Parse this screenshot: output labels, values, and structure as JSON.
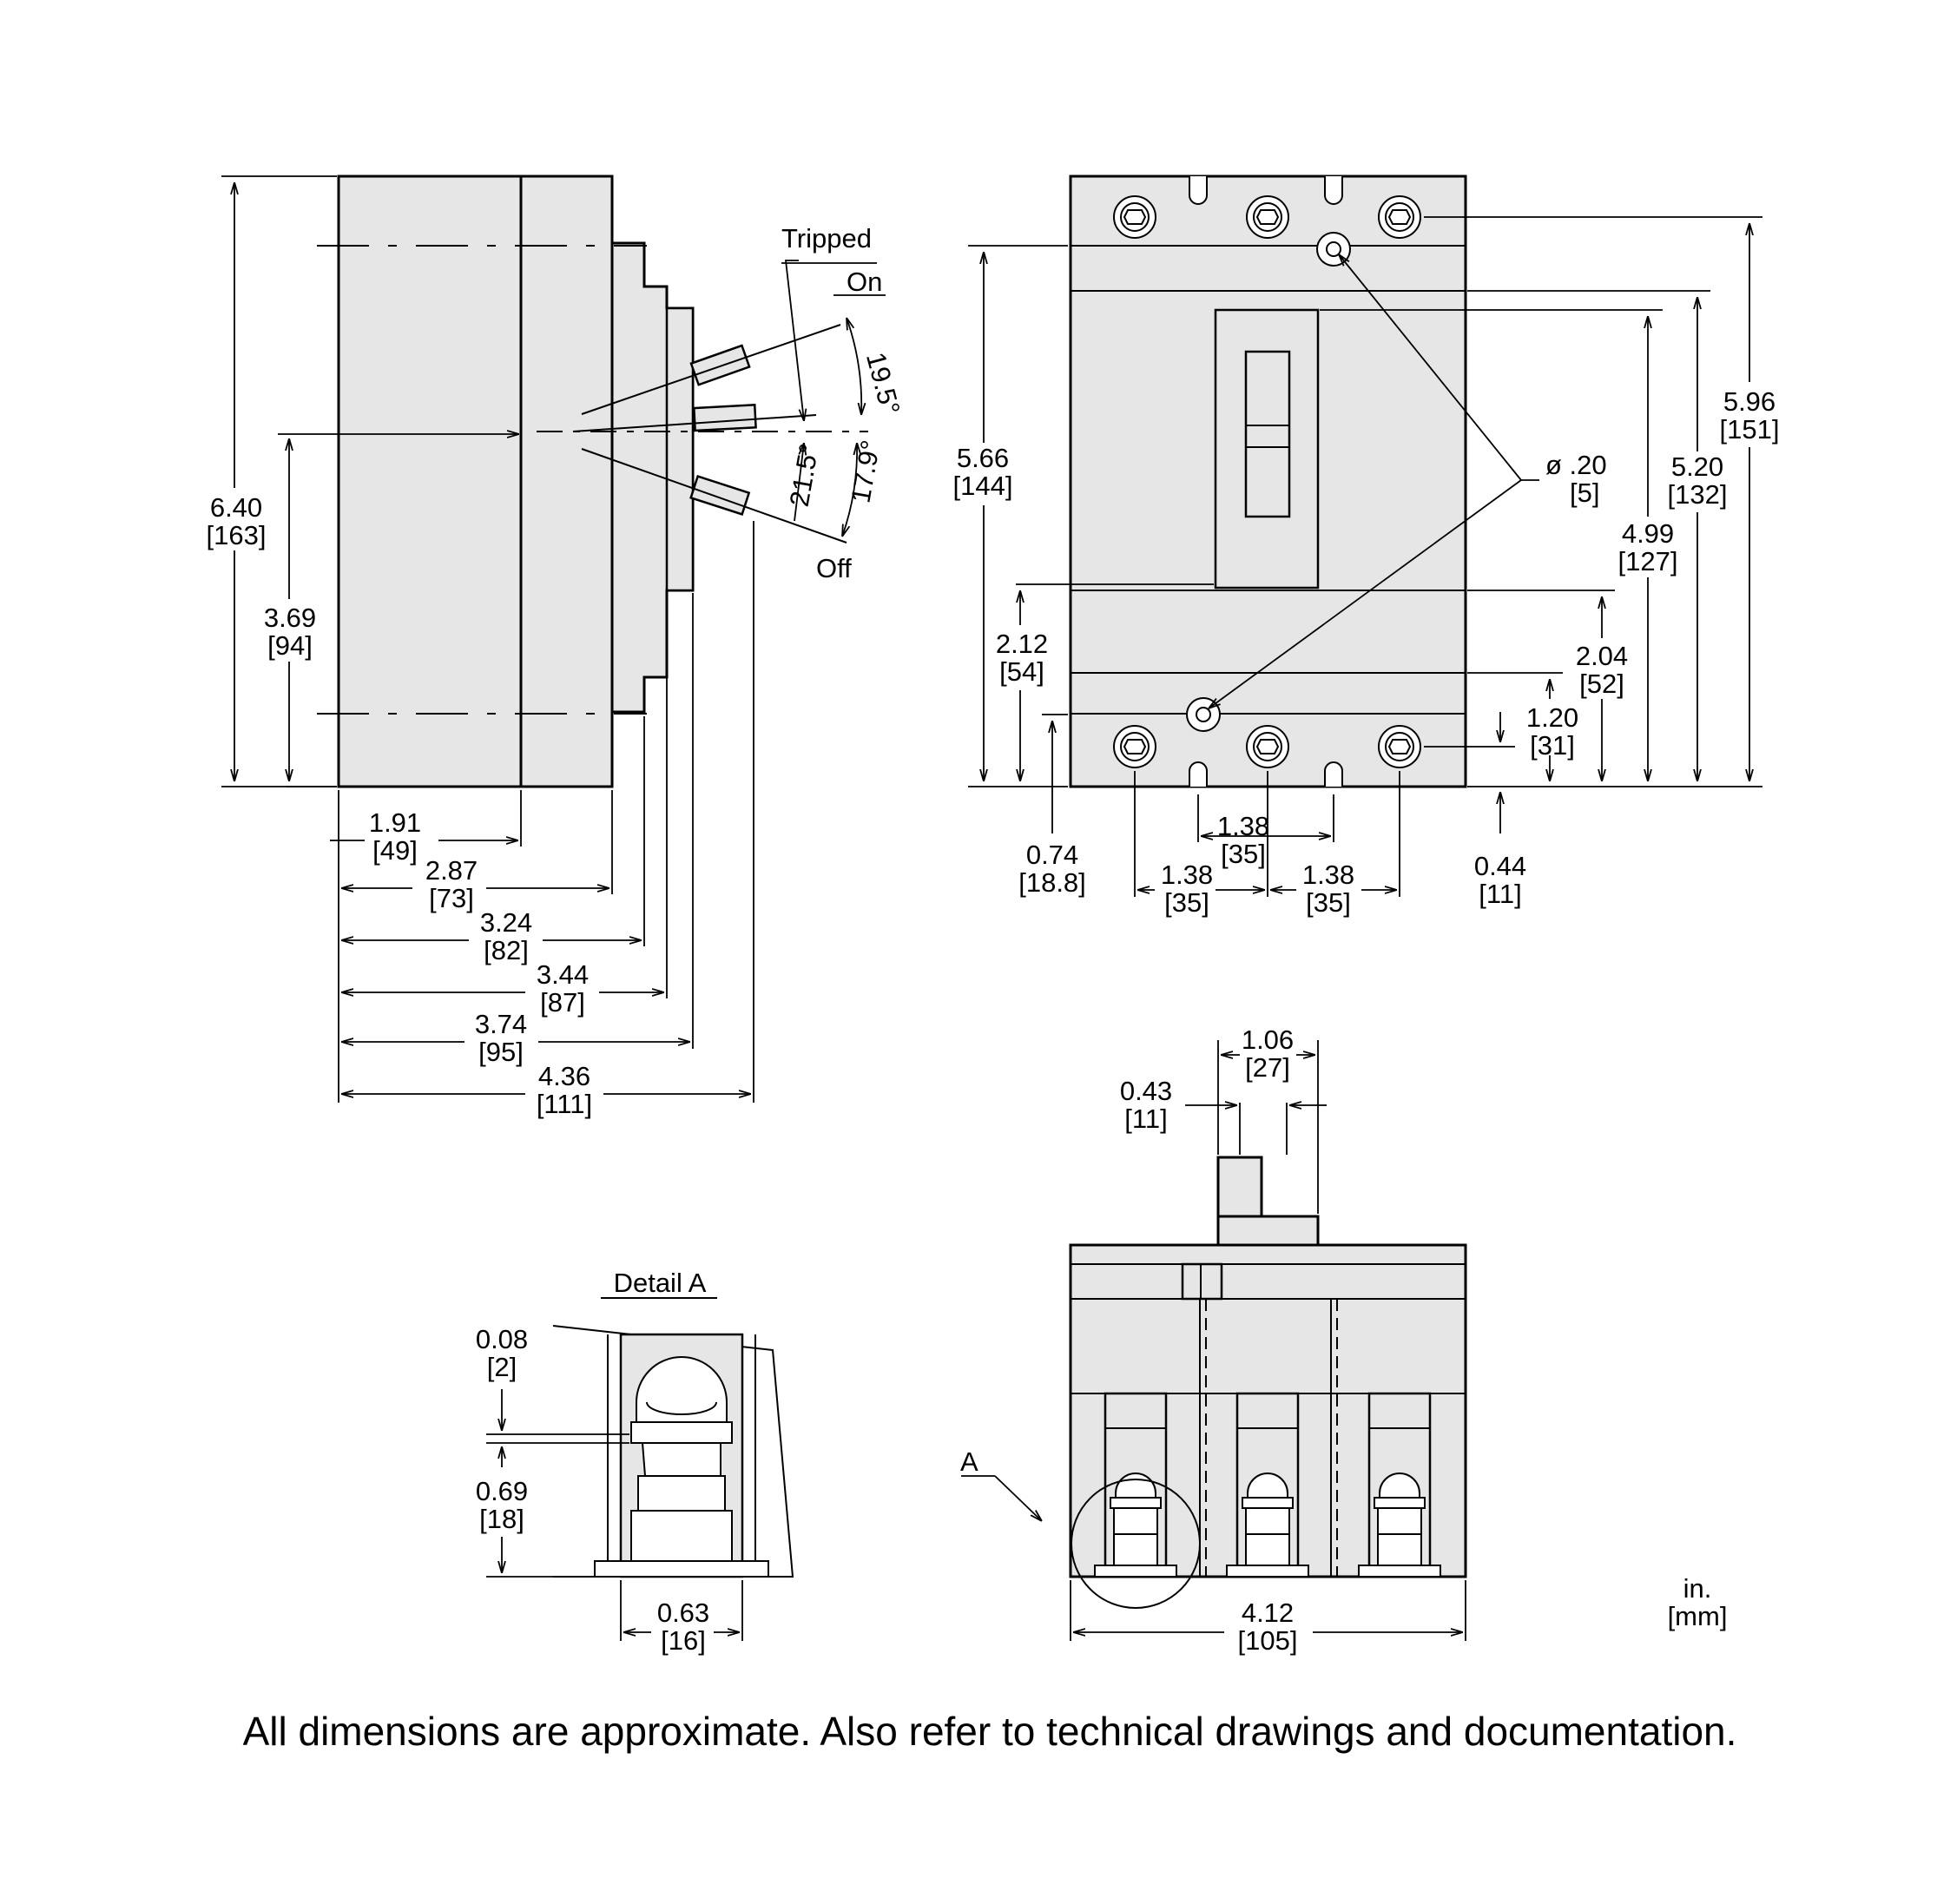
{
  "side_view": {
    "labels": {
      "tripped": "Tripped",
      "on": "On",
      "off": "Off",
      "angle_on": "19.5°",
      "angle_tripped": "21.5°",
      "angle_off": "17.9°"
    },
    "dims": {
      "height_total": {
        "in": "6.40",
        "mm": "[163]"
      },
      "height_handle": {
        "in": "3.69",
        "mm": "[94]"
      },
      "d1": {
        "in": "1.91",
        "mm": "[49]"
      },
      "d2": {
        "in": "2.87",
        "mm": "[73]"
      },
      "d3": {
        "in": "3.24",
        "mm": "[82]"
      },
      "d4": {
        "in": "3.44",
        "mm": "[87]"
      },
      "d5": {
        "in": "3.74",
        "mm": "[95]"
      },
      "d6": {
        "in": "4.36",
        "mm": "[111]"
      }
    }
  },
  "front_view": {
    "dims": {
      "h566": {
        "in": "5.66",
        "mm": "[144]"
      },
      "h212": {
        "in": "2.12",
        "mm": "[54]"
      },
      "h074": {
        "in": "0.74",
        "mm": "[18.8]"
      },
      "hole": {
        "in": "ø .20",
        "mm": "[5]"
      },
      "h596": {
        "in": "5.96",
        "mm": "[151]"
      },
      "h520": {
        "in": "5.20",
        "mm": "[132]"
      },
      "h499": {
        "in": "4.99",
        "mm": "[127]"
      },
      "h204": {
        "in": "2.04",
        "mm": "[52]"
      },
      "h120": {
        "in": "1.20",
        "mm": "[31]"
      },
      "h044": {
        "in": "0.44",
        "mm": "[11]"
      },
      "w_mid": {
        "in": "1.38",
        "mm": "[35]"
      },
      "w_left": {
        "in": "1.38",
        "mm": "[35]"
      },
      "w_right": {
        "in": "1.38",
        "mm": "[35]"
      }
    }
  },
  "bottom_view": {
    "detail_callout": "A",
    "dims": {
      "w106": {
        "in": "1.06",
        "mm": "[27]"
      },
      "w043": {
        "in": "0.43",
        "mm": "[11]"
      },
      "w412": {
        "in": "4.12",
        "mm": "[105]"
      }
    }
  },
  "detail_a": {
    "title": "Detail A",
    "dims": {
      "h008": {
        "in": "0.08",
        "mm": "[2]"
      },
      "h069": {
        "in": "0.69",
        "mm": "[18]"
      },
      "w063": {
        "in": "0.63",
        "mm": "[16]"
      }
    }
  },
  "units": {
    "in": "in.",
    "mm": "[mm]"
  },
  "footnote": "All dimensions are approximate.  Also refer to technical drawings and documentation."
}
